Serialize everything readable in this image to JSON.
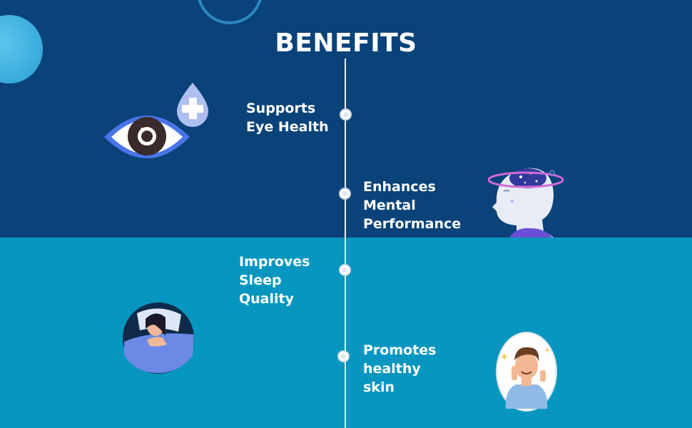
{
  "title": "BENEFITS",
  "colors": {
    "top_band": "#0a4379",
    "bottom_band": "#0796bf",
    "text": "#ffffff",
    "timeline": "#e8eef4"
  },
  "benefits": [
    {
      "label": "Supports\nEye Health",
      "icon": "eye-drop-icon"
    },
    {
      "label": "Enhances\nMental\nPerformance",
      "icon": "brain-head-icon"
    },
    {
      "label": "Improves\nSleep\nQuality",
      "icon": "sleeping-woman-icon"
    },
    {
      "label": "Promotes\nhealthy\nskin",
      "icon": "smiling-man-icon"
    }
  ]
}
